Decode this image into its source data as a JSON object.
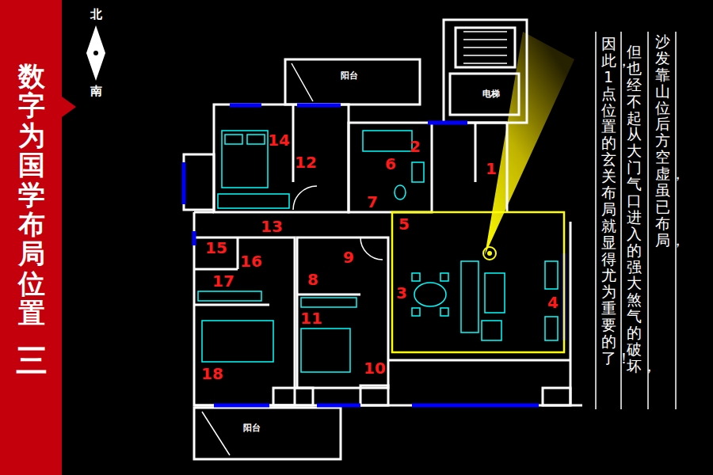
{
  "diagram": {
    "title": "数字为国学布局位置",
    "labels": [
      "北",
      "南",
      "阳台",
      "电梯",
      "1",
      "2",
      "3",
      "4",
      "5",
      "6",
      "7",
      "8",
      "9",
      "10",
      "11",
      "12",
      "13",
      "14",
      "15",
      "16",
      "17",
      "18",
      "阳台",
      "沙发靠山位后方空虚，虽已布局，",
      "但也经不起从大门气口进入的强大煞气的破坏，",
      "因此，1点位置的玄关布局就显得尤为重要的了！",
      "三"
    ]
  }
}
